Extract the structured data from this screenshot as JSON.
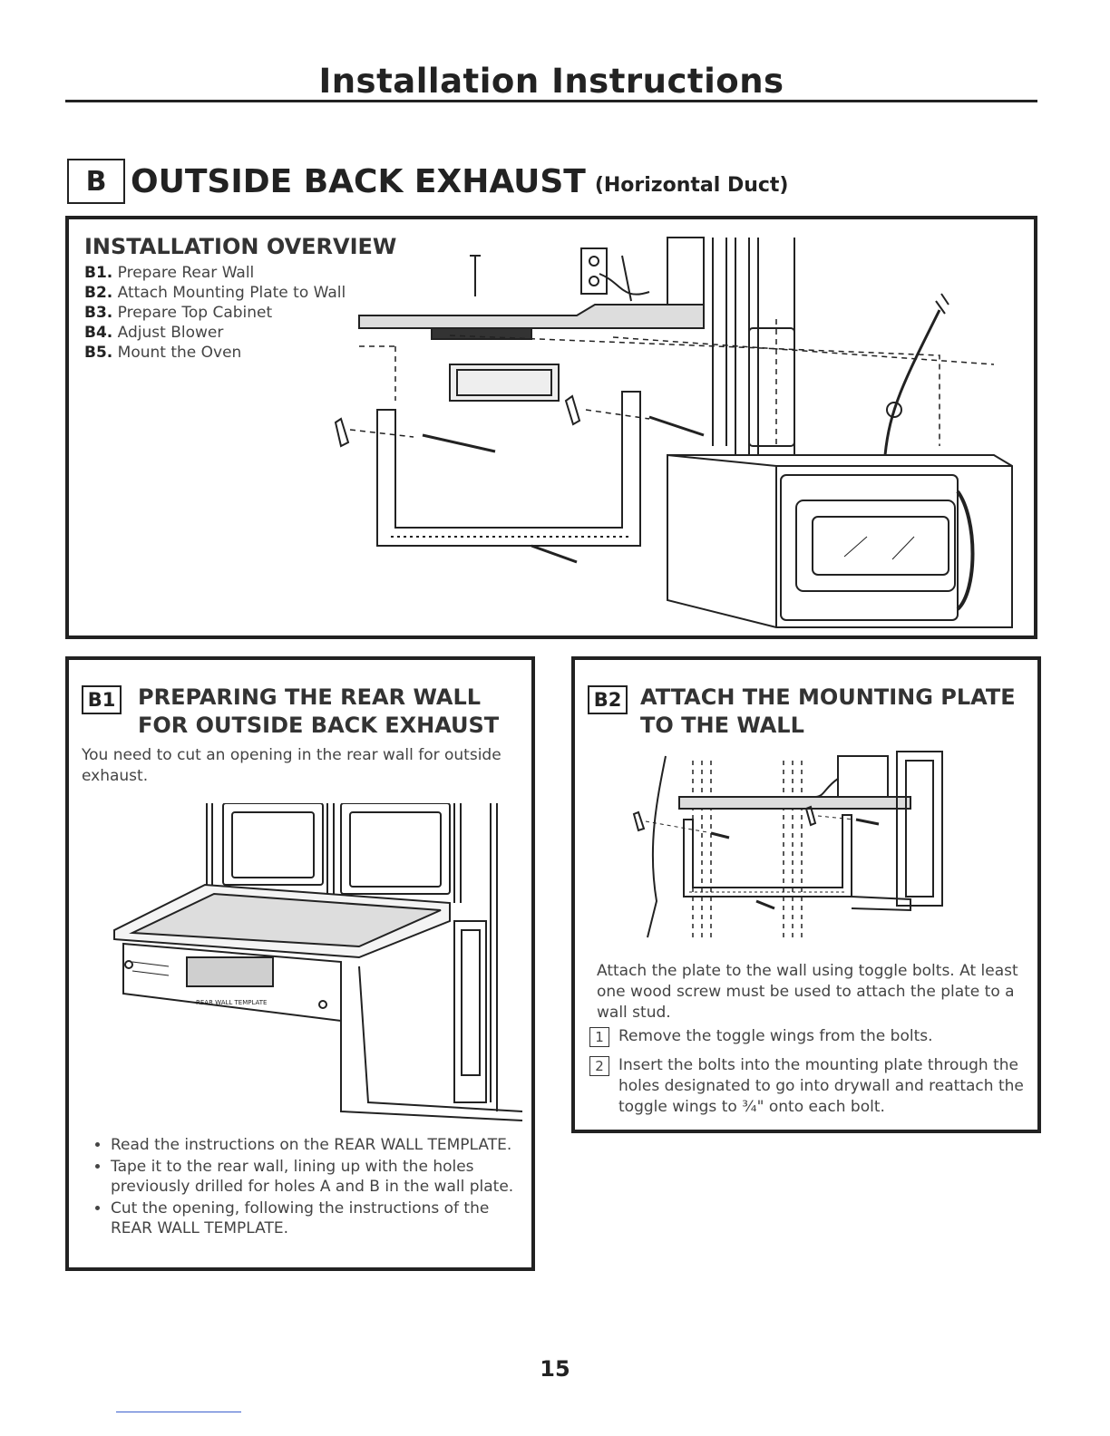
{
  "page": {
    "title": "Installation Instructions",
    "page_number": "15"
  },
  "section": {
    "letter": "B",
    "title": "OUTSIDE BACK EXHAUST",
    "subtitle": "(Horizontal Duct)"
  },
  "overview": {
    "title": "INSTALLATION OVERVIEW",
    "steps": [
      {
        "code": "B1.",
        "text": "Prepare Rear Wall"
      },
      {
        "code": "B2.",
        "text": "Attach Mounting Plate to Wall"
      },
      {
        "code": "B3.",
        "text": "Prepare Top Cabinet"
      },
      {
        "code": "B4.",
        "text": "Adjust Blower"
      },
      {
        "code": "B5.",
        "text": "Mount the Oven"
      }
    ]
  },
  "b1": {
    "badge": "B1",
    "title_line1": "PREPARING THE REAR WALL",
    "title_line2": "FOR OUTSIDE BACK EXHAUST",
    "intro": "You need to cut an opening in the rear wall for outside exhaust.",
    "template_label": "REAR WALL TEMPLATE",
    "bullets": [
      "Read the instructions on the REAR WALL TEMPLATE.",
      "Tape it to the rear wall, lining up with the holes previously drilled for holes A and B in the wall plate.",
      "Cut the opening, following the instructions of the REAR WALL TEMPLATE."
    ]
  },
  "b2": {
    "badge": "B2",
    "title_line1": "ATTACH THE MOUNTING PLATE",
    "title_line2": "TO THE WALL",
    "intro": "Attach the plate to the wall using toggle bolts. At least one wood screw must be used to attach the plate to a wall stud.",
    "steps": [
      {
        "num": "1",
        "text": "Remove the toggle wings from the bolts."
      },
      {
        "num": "2",
        "text": "Insert the bolts into the mounting plate through the holes designated to go into drywall and reattach the toggle wings to ¾\" onto each bolt."
      }
    ]
  }
}
